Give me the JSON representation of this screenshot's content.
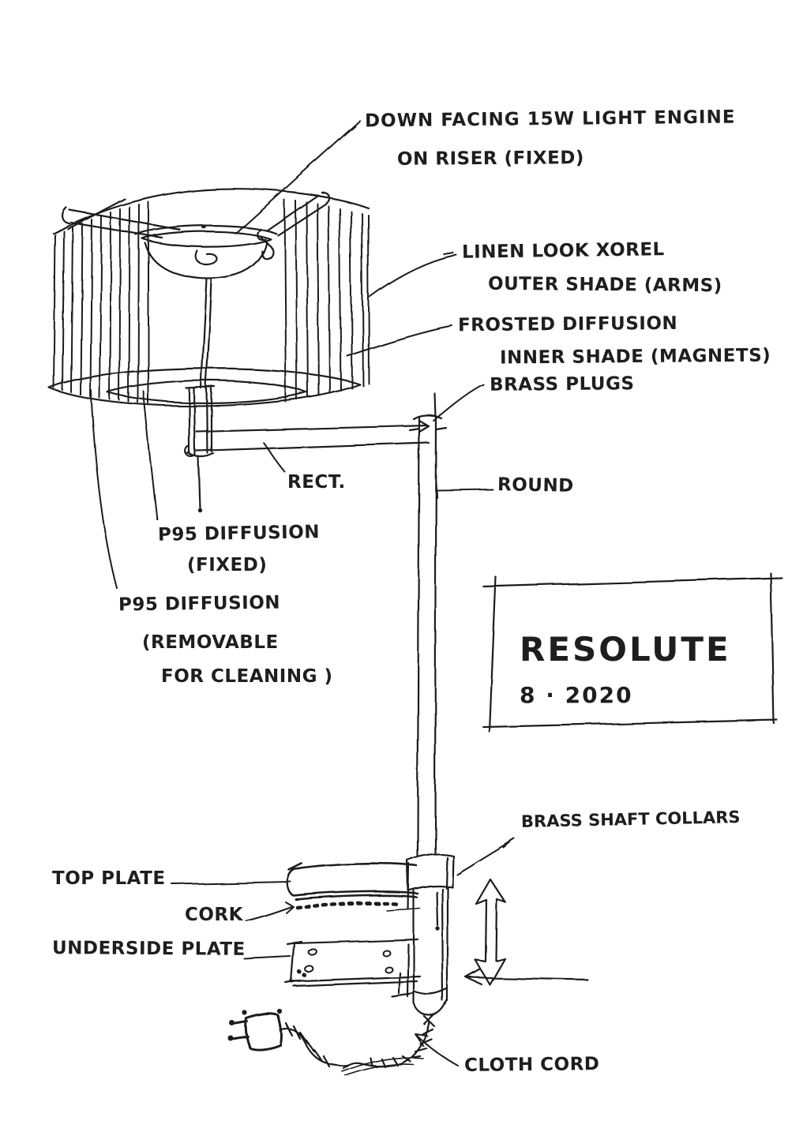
{
  "title_block": {
    "name": "RESOLUTE",
    "date": "8 · 2020"
  },
  "annotations": {
    "light_engine": {
      "line1": "DOWN FACING 15W LIGHT ENGINE",
      "line2": "ON RISER (FIXED)"
    },
    "outer_shade": {
      "line1": "LINEN LOOK XOREL",
      "line2": "OUTER SHADE (ARMS)"
    },
    "inner_shade": {
      "line1": "FROSTED DIFFUSION",
      "line2": "INNER SHADE (MAGNETS)"
    },
    "brass_plugs": "BRASS PLUGS",
    "arm_section": "RECT.",
    "pole_section": "ROUND",
    "p95_fixed": {
      "line1": "P95 DIFFUSION",
      "line2": "(FIXED)"
    },
    "p95_removable": {
      "line1": "P95 DIFFUSION",
      "line2": "(REMOVABLE",
      "line3": "FOR CLEANING )"
    },
    "shaft_collars": "BRASS SHAFT COLLARS",
    "top_plate": "TOP PLATE",
    "cork": "CORK",
    "underside_plate": "UNDERSIDE PLATE",
    "cloth_cord": "CLOTH CORD"
  },
  "colors": {
    "ink": "#1e1e1e",
    "paper": "#ffffff"
  }
}
